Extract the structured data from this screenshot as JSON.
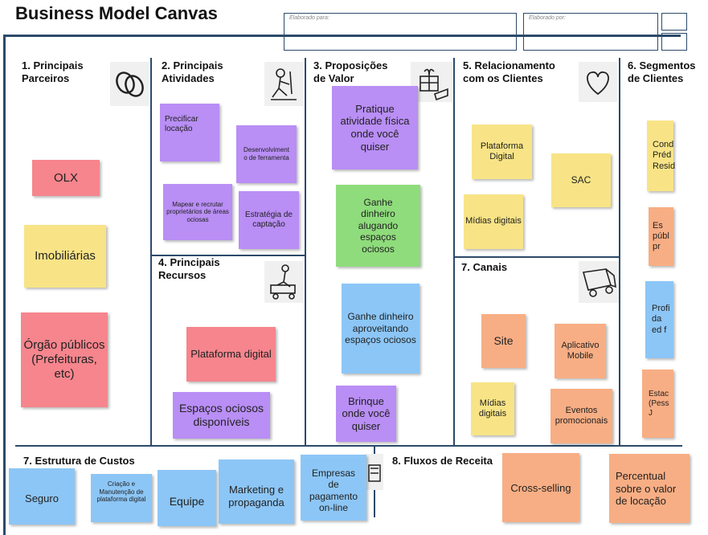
{
  "title": "Business Model Canvas",
  "header": {
    "elaborado_para": "Elaborado para:",
    "elaborado_por": "Elaborado por:"
  },
  "sections": {
    "parceiros": "1. Principais Parceiros",
    "atividades": "2. Principais Atividades",
    "proposicoes": "3. Proposições de Valor",
    "relacionamento": "5. Relacionamento com os Clientes",
    "segmentos": "6. Segmentos de Clientes",
    "recursos": "4. Principais Recursos",
    "canais": "7. Canais",
    "custos": "7. Estrutura de Custos",
    "receita": "8. Fluxos de Receita"
  },
  "notes": {
    "parceiros": [
      "OLX",
      "Imobiliárias",
      "Órgão públicos (Prefeituras, etc)"
    ],
    "atividades": [
      "Precificar locação",
      "Desenvolvimento de ferramenta",
      "Mapear e recrutar proprietários de áreas ociosas",
      "Estratégia de captação"
    ],
    "recursos": [
      "Plataforma digital",
      "Espaços ociosos disponíveis"
    ],
    "proposicoes": [
      "Pratique atividade física onde você quiser",
      "Ganhe dinheiro alugando espaços ociosos",
      "Ganhe dinheiro aproveitando espaços ociosos",
      "Brinque onde você quiser"
    ],
    "relacionamento": [
      "Plataforma Digital",
      "SAC",
      "Mídias digitais"
    ],
    "canais": [
      "Site",
      "Aplicativo Mobile",
      "Mídias digitais",
      "Eventos promocionais"
    ],
    "segmentos": [
      "Cond Préd Resid",
      "Es públ pr",
      "Profi da ed f",
      "Estac (Pess J"
    ],
    "custos": [
      "Seguro",
      "Criação e Manutenção de plataforma digital",
      "Equipe",
      "Marketing e propaganda",
      "Empresas de pagamento on-line"
    ],
    "receita": [
      "Cross-selling",
      "Percentual sobre o valor de locação"
    ]
  }
}
